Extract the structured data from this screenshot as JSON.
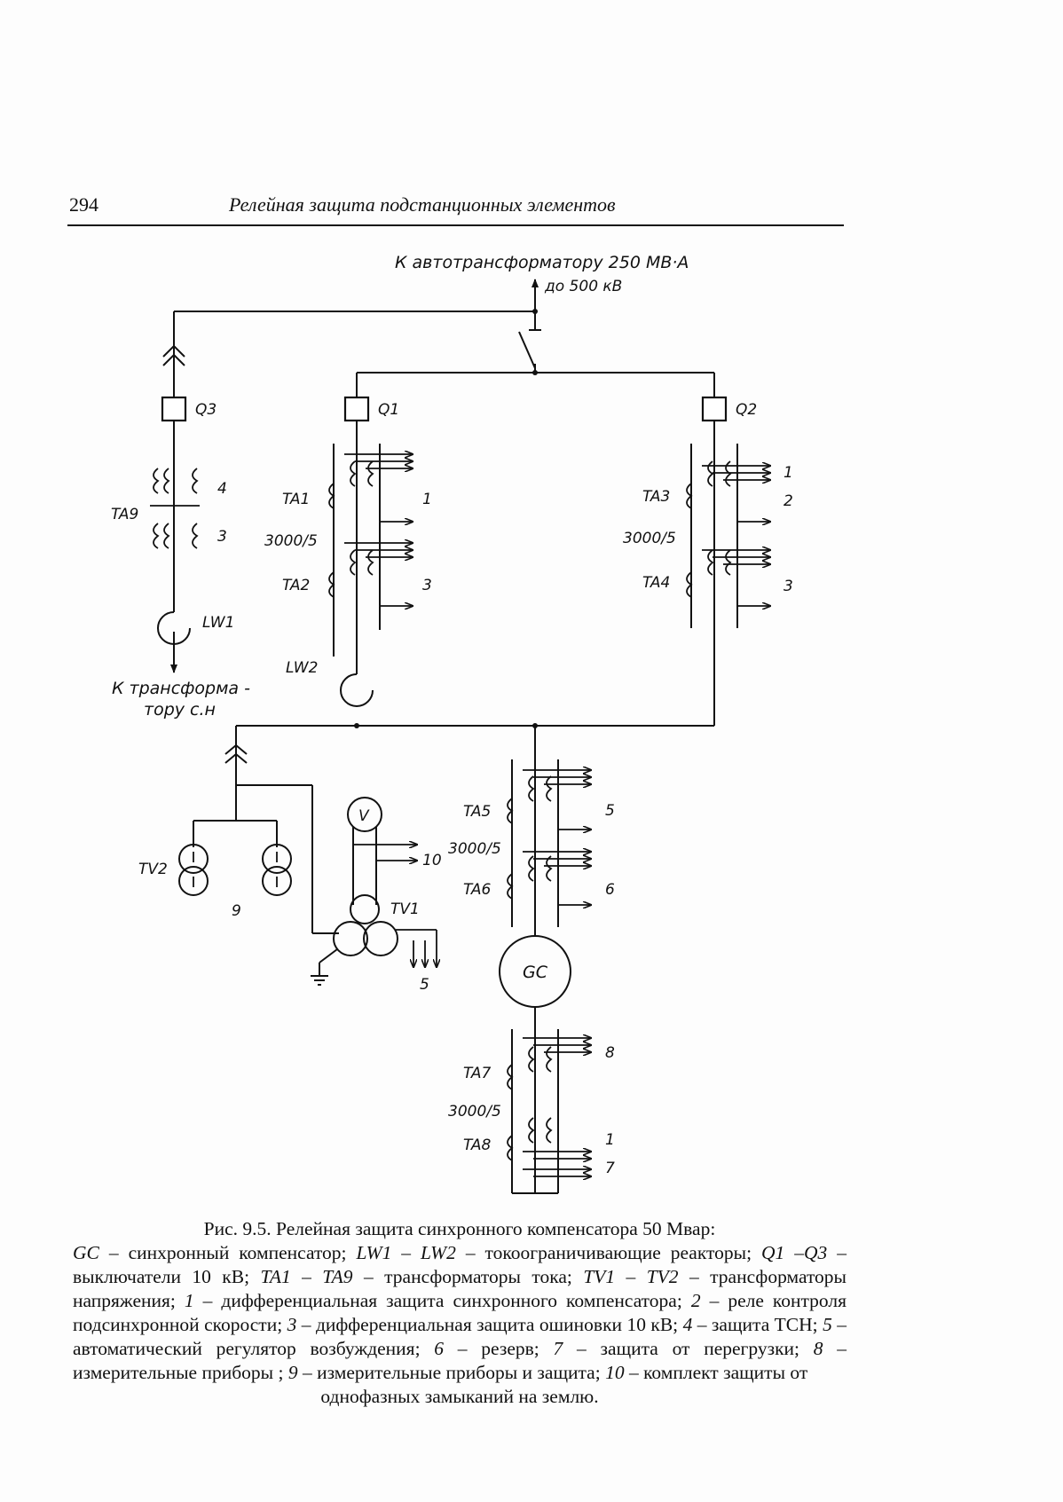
{
  "header": {
    "page_number": "294",
    "title": "Релейная защита подстанционных элементов"
  },
  "diagram": {
    "top_label_1": "К автотрансформатору 250 МВ·А",
    "top_label_2": "до 500 кВ",
    "breakers": {
      "q1": "Q1",
      "q2": "Q2",
      "q3": "Q3"
    },
    "reactors": {
      "lw1": "LW1",
      "lw2": "LW2"
    },
    "cts": {
      "ta1": "TA1",
      "ta2": "TA2",
      "ta3": "TA3",
      "ta4": "TA4",
      "ta5": "TA5",
      "ta6": "TA6",
      "ta7": "TA7",
      "ta8": "TA8",
      "ta9": "TA9"
    },
    "ratio": "3000/5",
    "vts": {
      "tv1": "TV1",
      "tv2": "TV2"
    },
    "compensator": "GC",
    "voltmeter": "V",
    "aux_line_1": "К трансформа -",
    "aux_line_2": "тору с.н",
    "numbers": {
      "n1": "1",
      "n2": "2",
      "n3": "3",
      "n4": "4",
      "n5": "5",
      "n6": "6",
      "n7": "7",
      "n8": "8",
      "n9": "9",
      "n10": "10"
    }
  },
  "caption": {
    "title": "Рис. 9.5. Релейная защита синхронного компенсатора 50 Мвар:",
    "gc": "GC",
    "gc_text": " – синхронный компенсатор; ",
    "lw": "LW1 – LW2",
    "lw_text": " – токоограничивающие реакторы; ",
    "q": "Q1 –Q3",
    "q_text": " – выключатели 10 кВ; ",
    "ta": "TA1 – TA9",
    "ta_text": " – трансформаторы тока; ",
    "tv": "TV1 – TV2",
    "tv_text": " – трансформаторы напряжения; ",
    "i1": "1",
    "t1": " – дифференциальная защита синхронного компенсатора; ",
    "i2": "2",
    "t2": " – реле контроля подсинхронной скорости; ",
    "i3": "3",
    "t3": " – дифференциальная защита ошиновки 10 кВ; ",
    "i4": "4",
    "t4": " – защита ТСН; ",
    "i5": "5",
    "t5": " – автоматический регулятор возбуждения; ",
    "i6": "6",
    "t6": " – резерв; ",
    "i7": "7",
    "t7": " – защита от перегрузки; ",
    "i8": "8",
    "t8": " – измерительные приборы ; ",
    "i9": "9",
    "t9": " – измерительные приборы и защита; ",
    "i10": "10",
    "t10": " – комплект защиты от",
    "last": "однофазных замыканий на землю."
  }
}
